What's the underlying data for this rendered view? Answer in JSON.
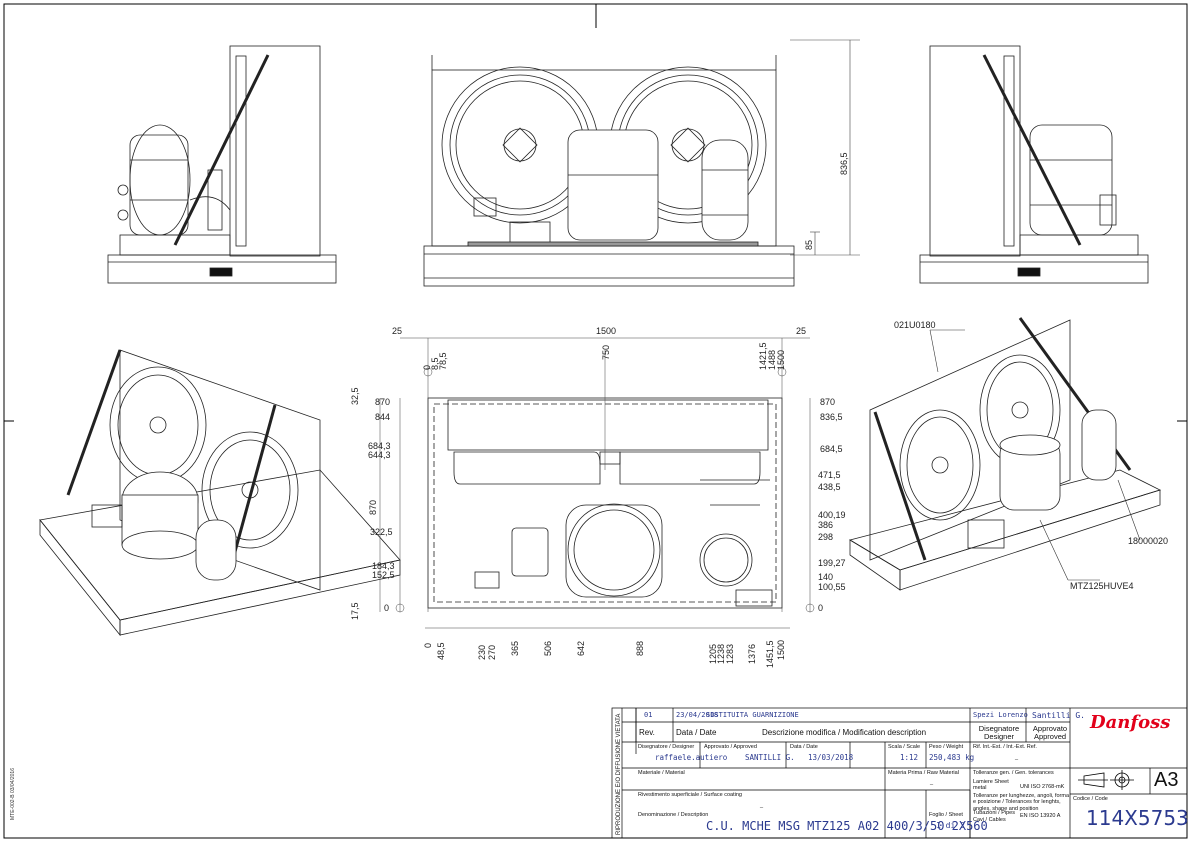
{
  "top_view": {
    "dim_height": "836,5",
    "dim_base": "85"
  },
  "plan_view": {
    "top_dims": {
      "left_margin": "25",
      "total_width": "1500",
      "right_margin": "25",
      "center": "750"
    },
    "top_small": [
      "0",
      "8,5",
      "78,5"
    ],
    "top_right_small": [
      "1421,5",
      "1488",
      "1500"
    ],
    "left_dims": [
      "32,5",
      "870",
      "844",
      "684,3",
      "644,3",
      "870",
      "322,5",
      "184,3",
      "152,5",
      "17,5",
      "0"
    ],
    "right_dims": [
      "870",
      "836,5",
      "684,5",
      "471,5",
      "438,5",
      "400,19",
      "386",
      "298",
      "199,27",
      "140",
      "100,55",
      "0"
    ],
    "bottom_dims": [
      "0",
      "48,5",
      "230",
      "270",
      "365",
      "506",
      "642",
      "888",
      "1205",
      "1238",
      "1283",
      "1376",
      "1451,5",
      "1500"
    ]
  },
  "callouts": {
    "tube": "021U0180",
    "sight": "18000020",
    "compressor": "MTZ125HUVE4"
  },
  "side_text": {
    "vertical_left": "MTE-002-B 03/04/2016",
    "vertical_box": "RIPRODUZIONE E/O DIFFUSIONE VIETATA"
  },
  "title_block": {
    "rev_row": {
      "rev": "01",
      "date": "23/04/2018",
      "desc": "SOSTITUITA GUARNIZIONE",
      "designer": "Spezi Lorenzo",
      "approved": "Santilli G."
    },
    "headers": {
      "rev": "Rev.",
      "date": "Data / Date",
      "desc": "Descrizione modifica / Modification description",
      "designer": "Disegnatore Designer",
      "approved": "Approvato Approved"
    },
    "designer_label": "Disegnatore / Designer",
    "designer_value": "raffaele.autiero",
    "approved_label": "Approvato / Approved",
    "approved_value": "SANTILLI G.",
    "date_label": "Data / Date",
    "date_value": "13/03/2018",
    "scale_label": "Scala / Scale",
    "scale_value": "1:12",
    "weight_label": "Peso / Weight",
    "weight_value": "250,483 kg",
    "ref_label": "Rif. Int.-Est. / Int.-Ext. Ref.",
    "ref_value": "_",
    "material_label": "Materiale / Material",
    "raw_material_label": "Materia Prima / Raw Material",
    "raw_material_value": "_",
    "tolerance_label": "Tolleranze gen. / Gen. tolerances",
    "tol_sheet": "Lamiere Sheet metal",
    "tol_sheet_std": "UNI ISO 2768-mK",
    "tol_desc": "Tolleranze per lunghezze, angoli, forma e posizione / Tolerances for lenghts, angles, shape and position",
    "tol_pipes": "Tubazioni / Pipes",
    "tol_pipes_sub": "Cavi / Cables",
    "tol_pipes_std": "EN ISO 13920 A",
    "coating_label": "Rivestimento superficiale / Surface coating",
    "coating_value": "_",
    "denom_label": "Denominazione / Description",
    "description": "C.U. MCHE MSG MTZ125 A02 400/3/50 2X560",
    "sheet_label": "Foglio / Sheet",
    "sheet_value": "1 di 2",
    "code_label": "Codice / Code",
    "code": "114X5753",
    "brand": "Danfoss",
    "size": "A3"
  }
}
